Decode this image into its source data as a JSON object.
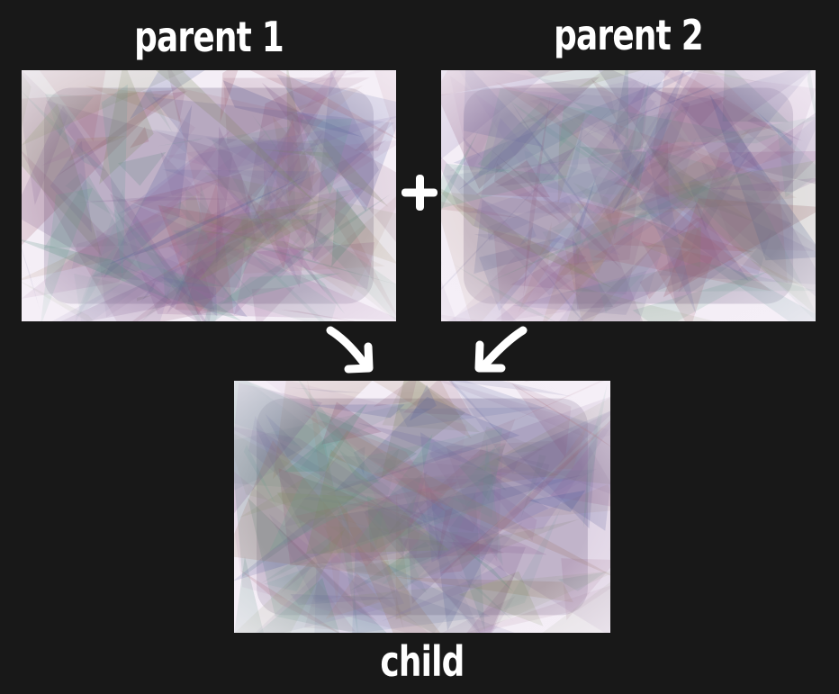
{
  "labels": {
    "parent1": "parent 1",
    "parent2": "parent 2",
    "child": "child"
  },
  "icons": {
    "plus": "plus-icon",
    "arrow_left": "curved-arrow-down-right-icon",
    "arrow_right": "curved-arrow-down-left-icon"
  },
  "colors": {
    "background": "#181818",
    "text": "#ffffff",
    "palette": [
      "#7a5a8c",
      "#4f8c7a",
      "#8a5070",
      "#6a6aa0",
      "#a07a60",
      "#5aa08a",
      "#9a6a9a",
      "#7a8a5a",
      "#4a5a9a",
      "#a05a6a",
      "#6a9a9a",
      "#8a7ab0"
    ]
  }
}
